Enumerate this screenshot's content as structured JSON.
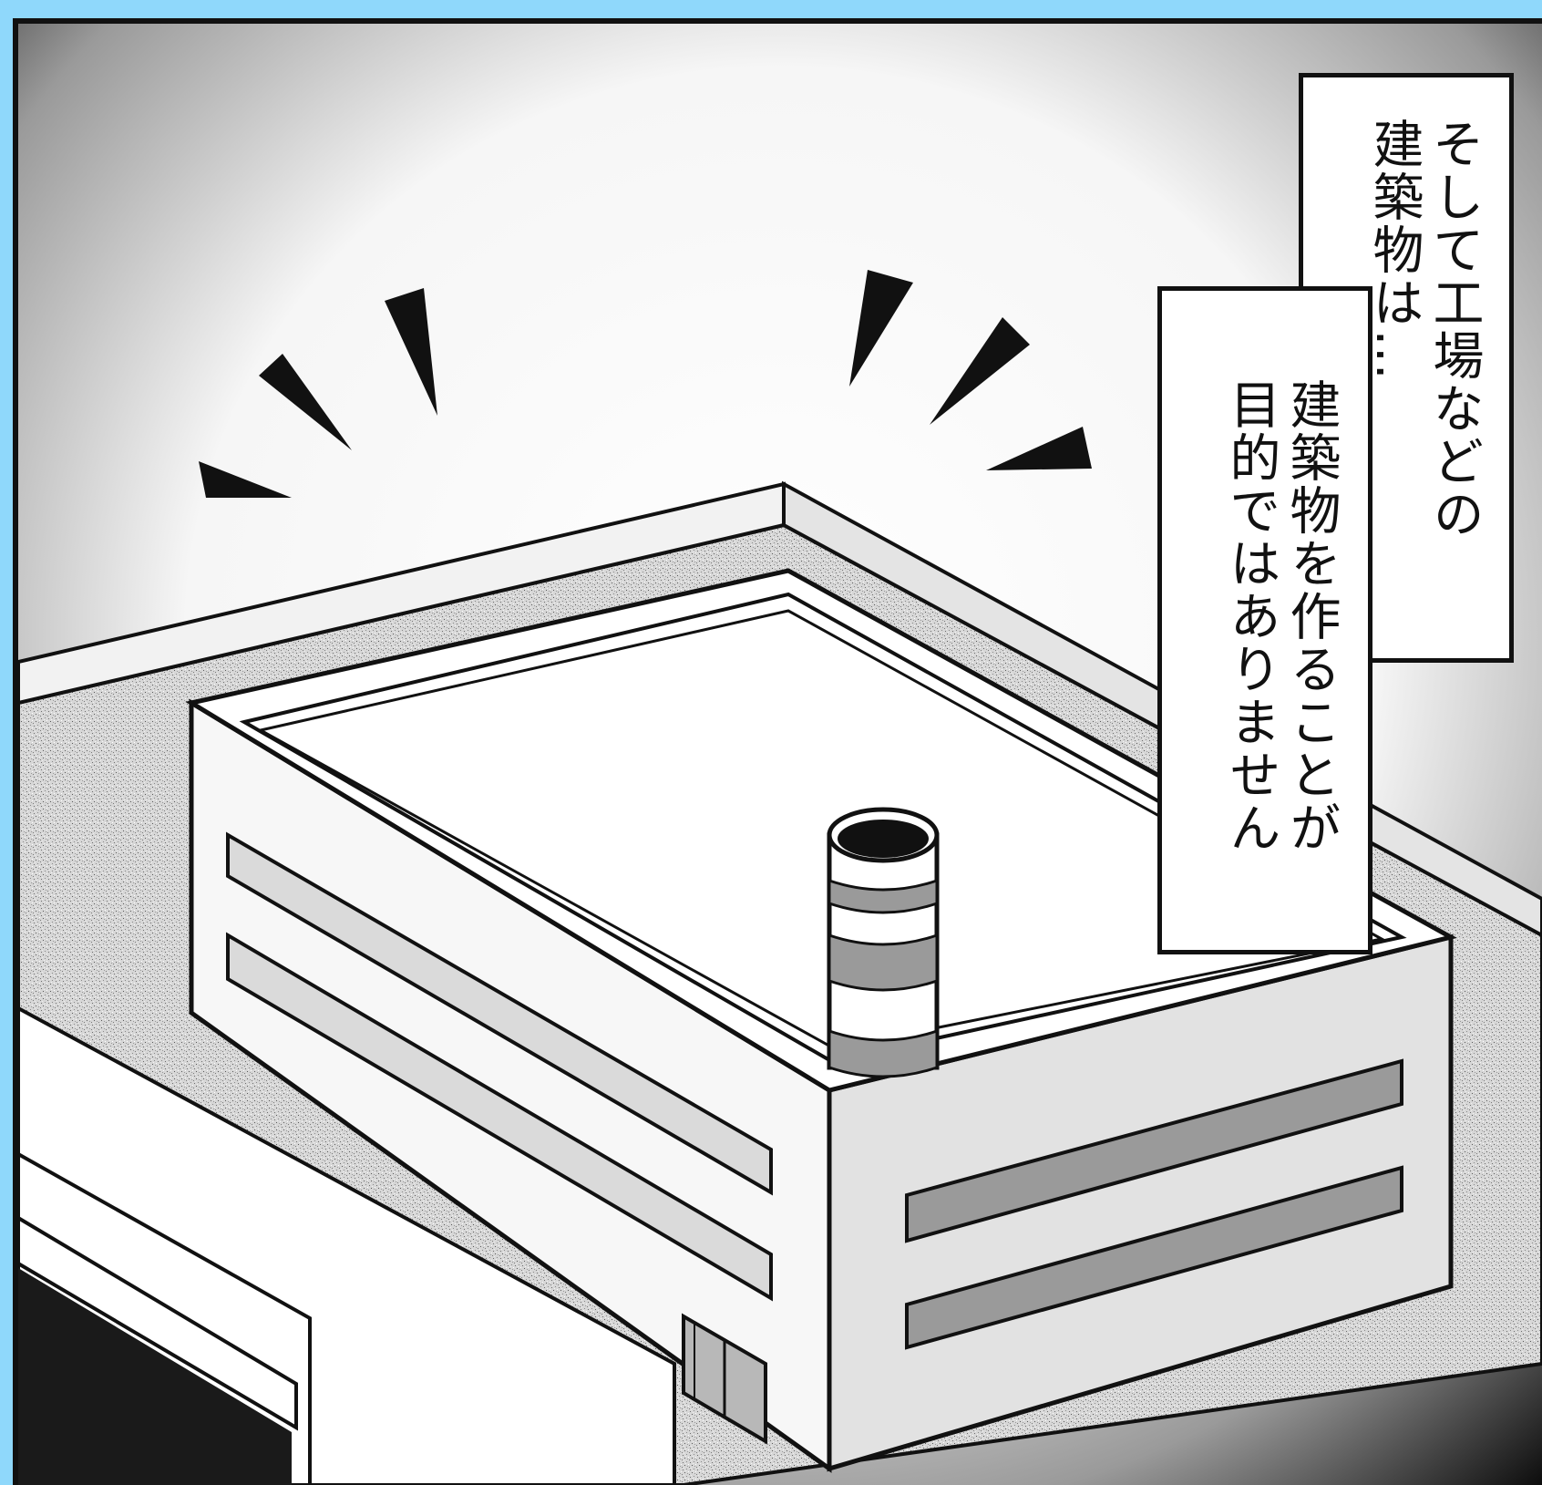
{
  "panel": {
    "caption_1": {
      "lines": [
        "そして工場などの",
        "建築物は…"
      ]
    },
    "caption_2": {
      "lines": [
        "建築物を作ることが",
        "目的ではありません"
      ]
    }
  }
}
